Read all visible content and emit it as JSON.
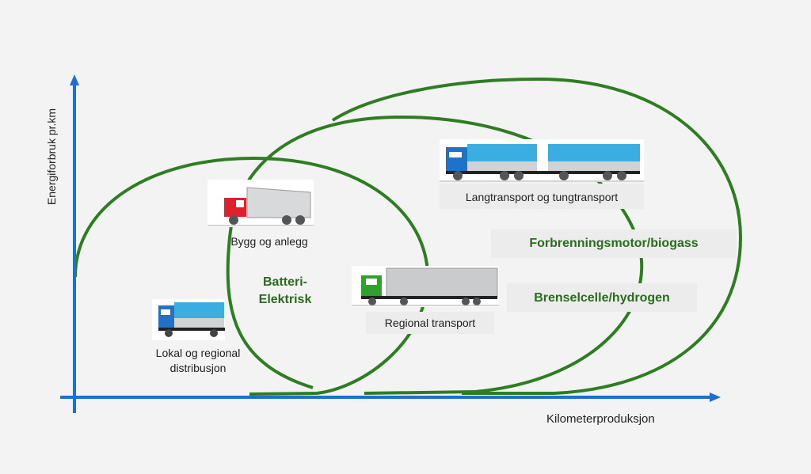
{
  "axes": {
    "y_label": "Energiforbruk pr.km",
    "x_label": "Kilometerproduksjon"
  },
  "regions": {
    "battery": "Batteri-\nElektrisk",
    "battery_line1": "Batteri-",
    "battery_line2": "Elektrisk",
    "combustion": "Forbrenningsmotor/biogass",
    "fuelcell": "Brenselcelle/hydrogen"
  },
  "vehicles": [
    {
      "label_line1": "Lokal og regional",
      "label_line2": "distribusjon",
      "icon": "blue-box-truck-icon"
    },
    {
      "label": "Bygg og anlegg",
      "icon": "red-dump-truck-icon"
    },
    {
      "label": "Regional transport",
      "icon": "green-container-semi-truck-icon"
    },
    {
      "label": "Langtransport og tungtransport",
      "icon": "blue-truck-trailer-icon"
    }
  ],
  "colors": {
    "axis": "#1f6fd1",
    "ellipse": "#2e7d22",
    "region_text": "#2a6b1f"
  }
}
